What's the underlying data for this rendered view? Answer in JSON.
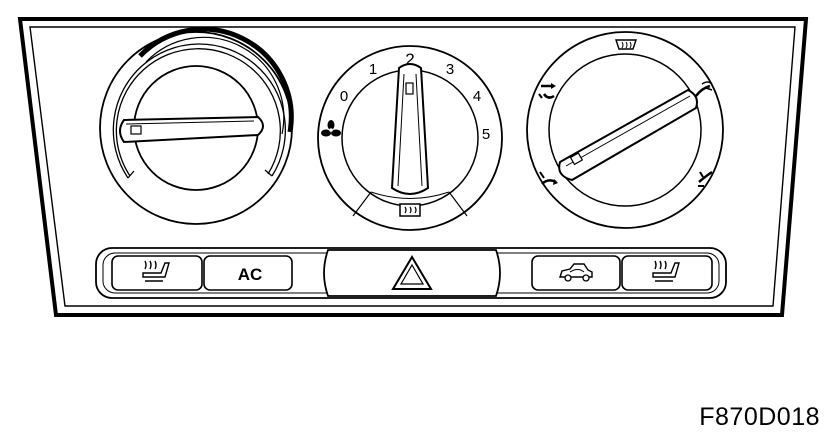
{
  "figure_code": "F870D018",
  "fan_dial": {
    "speeds": [
      "0",
      "1",
      "2",
      "3",
      "4",
      "5"
    ],
    "selected": "2",
    "icons": [
      "fan-icon",
      "rear-defrost-icon"
    ]
  },
  "buttons": {
    "left_seat_heat": "seat-heater-icon",
    "ac_label": "AC",
    "hazard": "hazard-triangle-icon",
    "recirculation": "car-recirculation-icon",
    "right_seat_heat": "seat-heater-icon"
  },
  "air_distribution_icons": [
    "windshield-defrost-icon",
    "face-vent-icon",
    "face-feet-icon",
    "feet-icon",
    "feet-defrost-icon"
  ],
  "line_color": "#000000",
  "background_color": "#ffffff"
}
